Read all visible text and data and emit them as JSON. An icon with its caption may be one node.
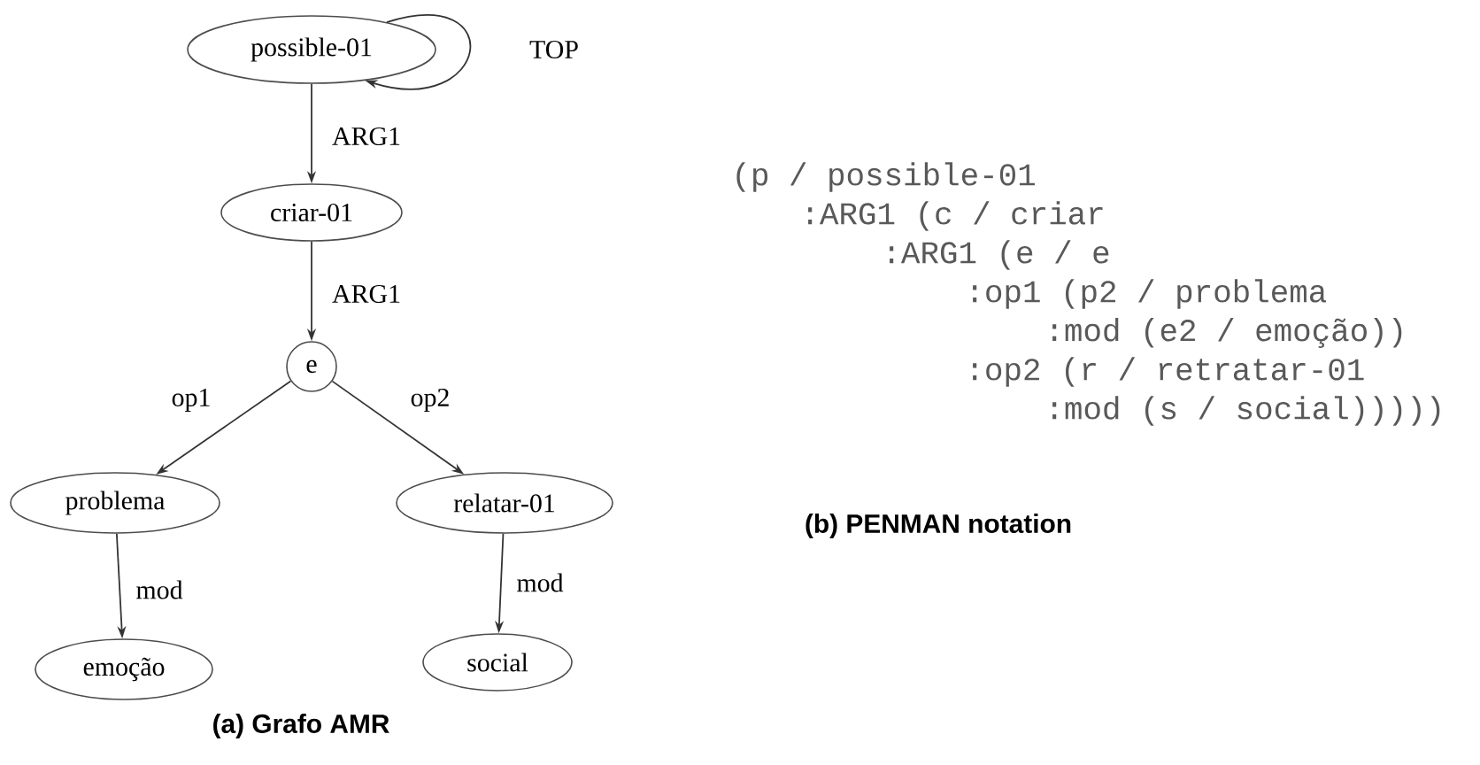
{
  "diagram": {
    "nodes": [
      {
        "text": [
          "possible-01"
        ]
      },
      {
        "text": [
          "criar-01"
        ]
      },
      {
        "text": [
          "e"
        ]
      },
      {
        "text": [
          "problema"
        ]
      },
      {
        "text": [
          "relatar-01"
        ]
      },
      {
        "text": [
          "emoção"
        ]
      },
      {
        "text": [
          "social"
        ]
      }
    ],
    "edges": [
      {
        "from": 0,
        "to": 0,
        "arrow": "to",
        "label": "TOP"
      },
      {
        "from": 0,
        "to": 1,
        "arrow": "to",
        "label": "ARG1"
      },
      {
        "from": 1,
        "to": 2,
        "arrow": "to",
        "label": "ARG1"
      },
      {
        "from": 2,
        "to": 3,
        "arrow": "to",
        "label": "op1"
      },
      {
        "from": 2,
        "to": 4,
        "arrow": "to",
        "label": "op2"
      },
      {
        "from": 3,
        "to": 5,
        "arrow": "to",
        "label": "mod"
      },
      {
        "from": 4,
        "to": 6,
        "arrow": "to",
        "label": "mod"
      }
    ],
    "labels": [
      "(p / possible-01",
      ":ARG1 (c / criar",
      ":ARG1 (e / e",
      ":op1 (p2 / problema",
      ":mod (e2 / emoção))",
      ":op2 (r / retratar-01",
      ":mod (s / social)))))",
      "(b) PENMAN notation",
      "(a) Grafo AMR"
    ]
  }
}
